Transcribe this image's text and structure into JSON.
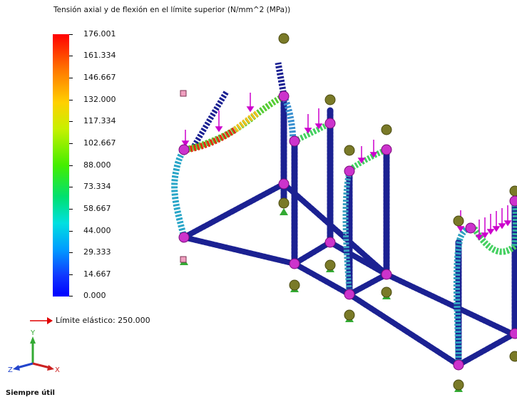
{
  "legend": {
    "title": "Tensión axial y de flexión en el límite superior (N/mm^2 (MPa))",
    "ticks": [
      "176.001",
      "161.334",
      "146.667",
      "132.000",
      "117.334",
      "102.667",
      "88.000",
      "73.334",
      "58.667",
      "44.000",
      "29.333",
      "14.667",
      "0.000"
    ],
    "yield_label": "Límite elástico: 250.000"
  },
  "triad": {
    "x": "X",
    "y": "Y",
    "z": "Z"
  },
  "footer": {
    "text": "Siempre útil"
  },
  "colors": {
    "max": "#ff0000",
    "min": "#0000ff",
    "beam": "#1a1f8f",
    "joint": "#cc33cc",
    "fixture": "#33aa33",
    "load": "#cc00cc",
    "yield_arrow": "#e00000"
  }
}
